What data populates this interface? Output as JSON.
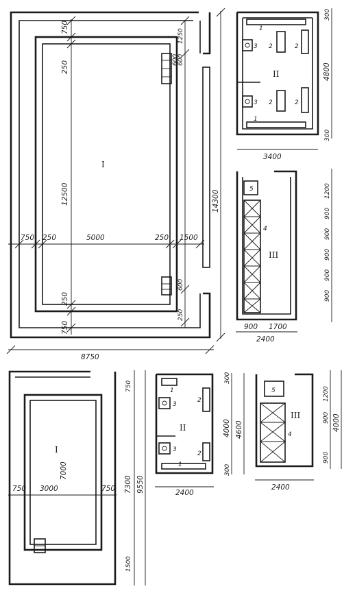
{
  "rooms": {
    "pool_hall": "I",
    "changing_room": "II",
    "shower_room": "III"
  },
  "markers": {
    "bench": "1",
    "locker": "2",
    "sink": "3",
    "shower": "4",
    "toilet": "5"
  },
  "large_pool": {
    "overall_width": "8750",
    "overall_length": "14300",
    "pool_length": "12500",
    "pool_width": "5000",
    "deck_side": "750",
    "edge": "250",
    "side_deck": "1500",
    "stair_clear_a": "1250",
    "stair_a": "600",
    "stair_b": "600"
  },
  "changing_large": {
    "width": "3400",
    "depth": "4800",
    "top_gap": "300",
    "bottom_gap": "300"
  },
  "shower_large": {
    "width": "2400",
    "col_a": "900",
    "col_b": "1700",
    "toilet_depth": "1200",
    "cell": "900"
  },
  "small_pool": {
    "width": "3000",
    "length": "7000",
    "deck": "750",
    "end_deck": "1500",
    "overall_a": "7300",
    "overall_b": "9550"
  },
  "changing_small": {
    "width": "2400",
    "inner": "4000",
    "total": "4600",
    "gap": "300"
  },
  "shower_small": {
    "width": "2400",
    "total": "4000",
    "toilet_depth": "1200",
    "cell": "900"
  }
}
